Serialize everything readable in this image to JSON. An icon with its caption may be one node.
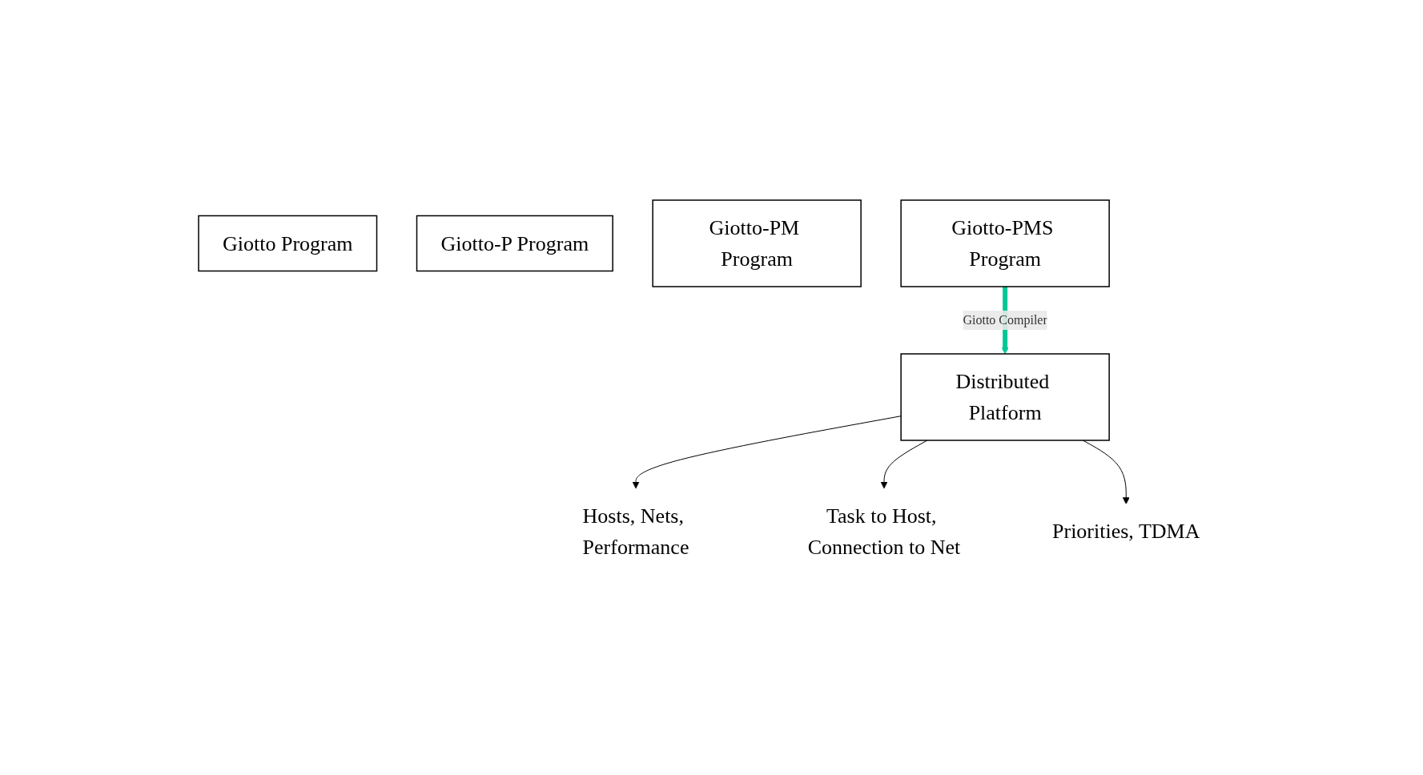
{
  "diagram": {
    "nodes": [
      {
        "text": [
          "Giotto Program"
        ]
      },
      {
        "text": [
          "Giotto-P Program"
        ]
      },
      {
        "text": [
          "Hosts, Nets, Performance"
        ]
      },
      {
        "text": [
          "Giotto-PM Program"
        ]
      },
      {
        "text": [
          "Task to Host, Connection to Net"
        ]
      },
      {
        "text": [
          "Giotto-PMS Program"
        ]
      },
      {
        "text": [
          "Priorities, TDMA"
        ]
      },
      {
        "text": [
          "Distributed Platform"
        ]
      }
    ],
    "edges": [
      {
        "from": 5,
        "to": 7,
        "arrow": "to",
        "label": "Giotto Compiler",
        "style": "thick",
        "color": "#00c896"
      },
      {
        "from": 7,
        "to": 2,
        "arrow": "to"
      },
      {
        "from": 7,
        "to": 4,
        "arrow": "to"
      },
      {
        "from": 7,
        "to": 6,
        "arrow": "to"
      }
    ]
  }
}
